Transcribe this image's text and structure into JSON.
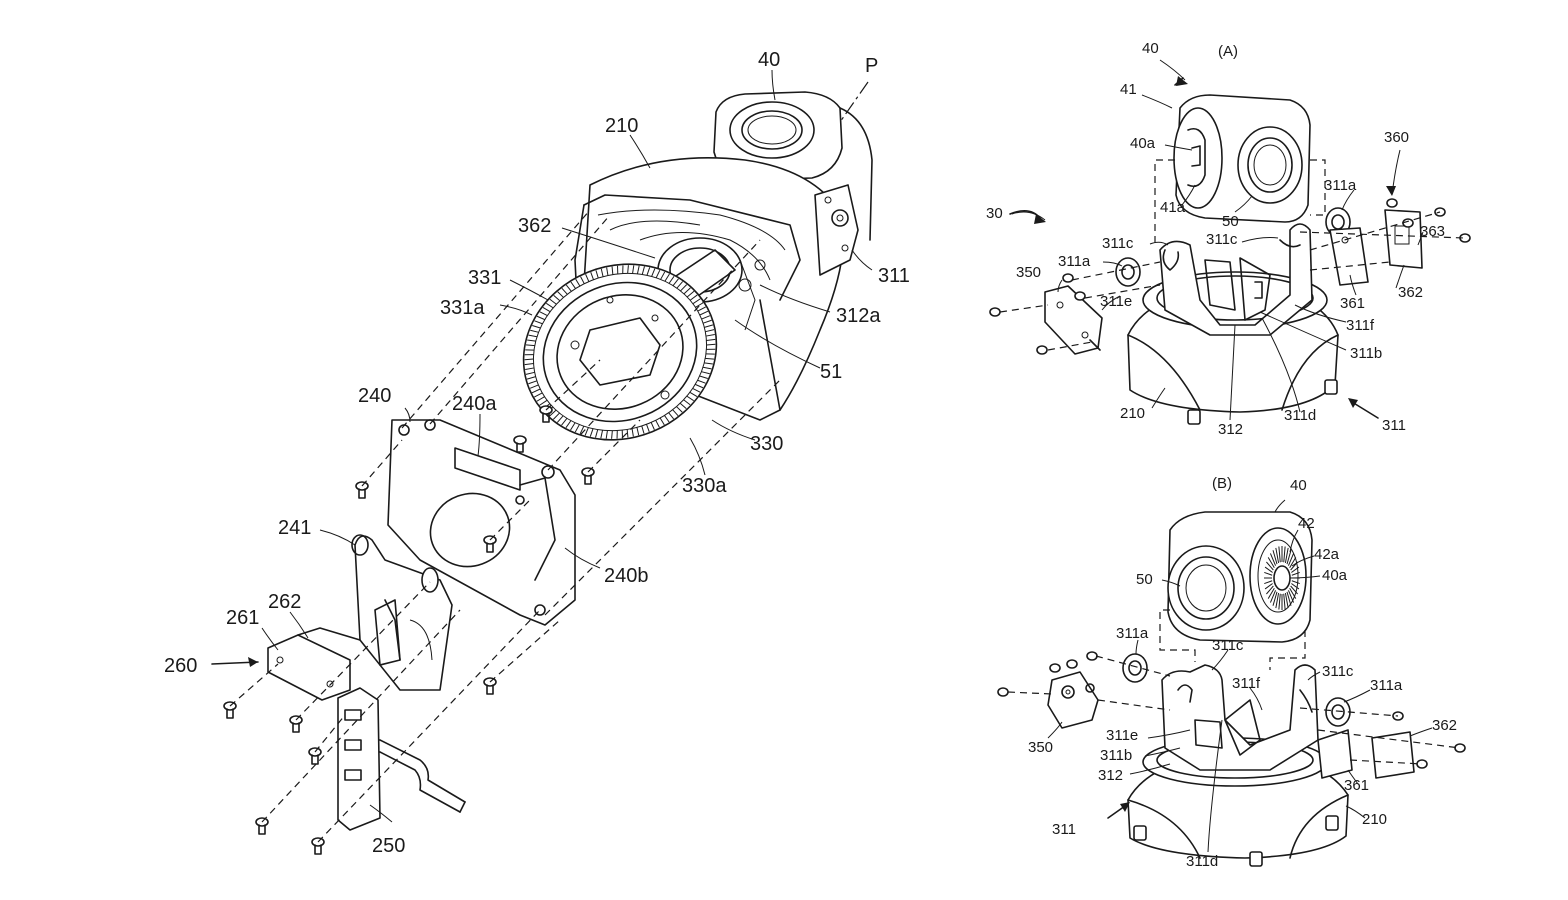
{
  "main_figure": {
    "labels": {
      "l40": "40",
      "lP": "P",
      "l210": "210",
      "l362": "362",
      "l331": "331",
      "l331a": "331a",
      "l311": "311",
      "l312a": "312a",
      "l51": "51",
      "l240": "240",
      "l240a": "240a",
      "l330": "330",
      "l330a": "330a",
      "l241": "241",
      "l240b": "240b",
      "l262": "262",
      "l261": "261",
      "l260": "260",
      "l250": "250"
    }
  },
  "figure_a": {
    "title": "(A)",
    "labels": {
      "l40": "40",
      "l41": "41",
      "l40a": "40a",
      "l41a": "41a",
      "l50": "50",
      "l30": "30",
      "l311c_1": "311c",
      "l311c_2": "311c",
      "l311a_1": "311a",
      "l311a_2": "311a",
      "l360": "360",
      "l363": "363",
      "l350": "350",
      "l311e": "311e",
      "l361": "361",
      "l362": "362",
      "l311f": "311f",
      "l311b": "311b",
      "l210": "210",
      "l312": "312",
      "l311d": "311d",
      "l311": "311"
    }
  },
  "figure_b": {
    "title": "(B)",
    "labels": {
      "l40": "40",
      "l42": "42",
      "l42a": "42a",
      "l40a": "40a",
      "l50": "50",
      "l311a_1": "311a",
      "l311c_1": "311c",
      "l311c_2": "311c",
      "l311f": "311f",
      "l311a_2": "311a",
      "l362": "362",
      "l350": "350",
      "l311e": "311e",
      "l311b": "311b",
      "l312": "312",
      "l361": "361",
      "l210": "210",
      "l311": "311",
      "l311d": "311d"
    }
  }
}
